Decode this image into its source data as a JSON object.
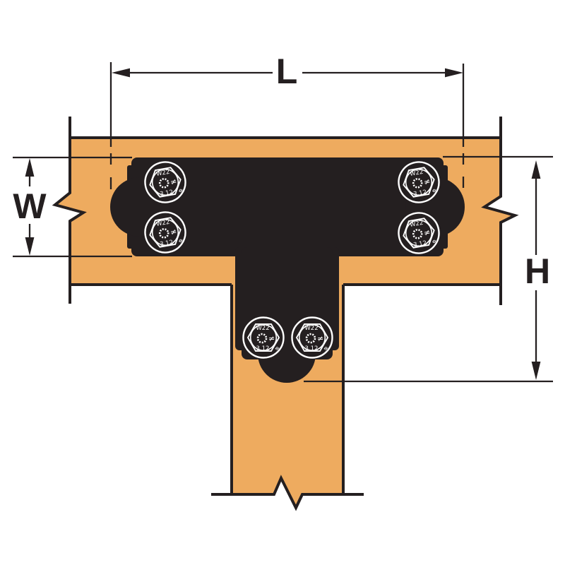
{
  "figure": {
    "dimension_labels": {
      "length": "L",
      "width": "W",
      "height": "H"
    },
    "bolt": {
      "marking_top": "W22",
      "marking_bottom": "3.12",
      "torque_symbol": "≠",
      "diameter_symbol": "ø",
      "count": 6
    },
    "colors": {
      "wood": "#EEAB5F",
      "ink": "#241F20",
      "bolt_outline": "#FFFFFF",
      "background": "#FFFFFF"
    }
  }
}
